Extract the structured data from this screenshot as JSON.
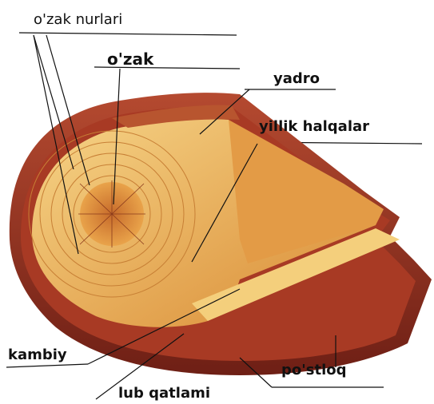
{
  "labels": {
    "ozak_nurlari": "o'zak nurlari",
    "ozak": "o'zak",
    "yadro": "yadro",
    "yillik_halqalar": "yillik halqalar",
    "kambiy": "kambiy",
    "postloq": "po'stloq",
    "lub_qatlami": "lub qatlami"
  },
  "colors": {
    "bark_dark": "#7a2418",
    "bark_mid": "#a63a26",
    "bark_light": "#c2603f",
    "sapwood": "#f2c46a",
    "heartwood": "#e89a3c",
    "pith": "#c8682a",
    "ray": "#8a3a1c",
    "line": "#111111"
  }
}
